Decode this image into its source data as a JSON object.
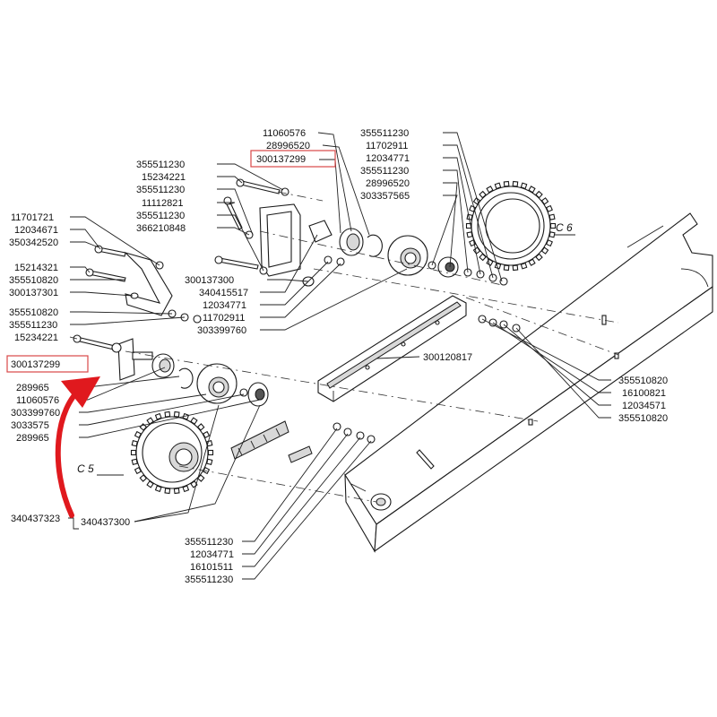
{
  "colors": {
    "highlight_box": "#d94848",
    "arrow": "#e0191e",
    "ink": "#111111"
  },
  "section_labels": {
    "c6": "C 6",
    "c5": "C 5"
  },
  "labels": {
    "l_11060576_top": "11060576",
    "l_28996520_top": "28996520",
    "l_300137299_top": "300137299",
    "l_355511230_a": "355511230",
    "l_15234221_a": "15234221",
    "l_355511230_b": "355511230",
    "l_11112821": "11112821",
    "l_355511230_c": "355511230",
    "l_366210848": "366210848",
    "l_11701721": "11701721",
    "l_12034671": "12034671",
    "l_350342520": "350342520",
    "l_15214321": "15214321",
    "l_355510820_a": "355510820",
    "l_300137301": "300137301",
    "l_355510820_b": "355510820",
    "l_355511230_d": "355511230",
    "l_15234221_b": "15234221",
    "l_300137299_left": "300137299",
    "l_28996520_left": "289965",
    "l_11060576_left": "11060576",
    "l_303399760_left": "303399760",
    "l_303357565_left": "3033575",
    "l_28996520_left2": "289965",
    "l_300137300_mid": "300137300",
    "l_340415517": "340415517",
    "l_12034771_mid": "12034771",
    "l_11702911_mid": "11702911",
    "l_303399760_mid": "303399760",
    "l_355511230_r1": "355511230",
    "l_11702911_r": "11702911",
    "l_12034771_r": "12034771",
    "l_355511230_r2": "355511230",
    "l_28996520_r": "28996520",
    "l_303357565_r": "303357565",
    "l_300120817": "300120817",
    "l_355510820_r1": "355510820",
    "l_16100821": "16100821",
    "l_12034571": "12034571",
    "l_355510820_r2": "355510820",
    "l_340437323": "340437323",
    "l_340437300": "340437300",
    "l_355511230_bot1": "355511230",
    "l_12034771_bot": "12034771",
    "l_16101511": "16101511",
    "l_355511230_bot2": "355511230"
  }
}
